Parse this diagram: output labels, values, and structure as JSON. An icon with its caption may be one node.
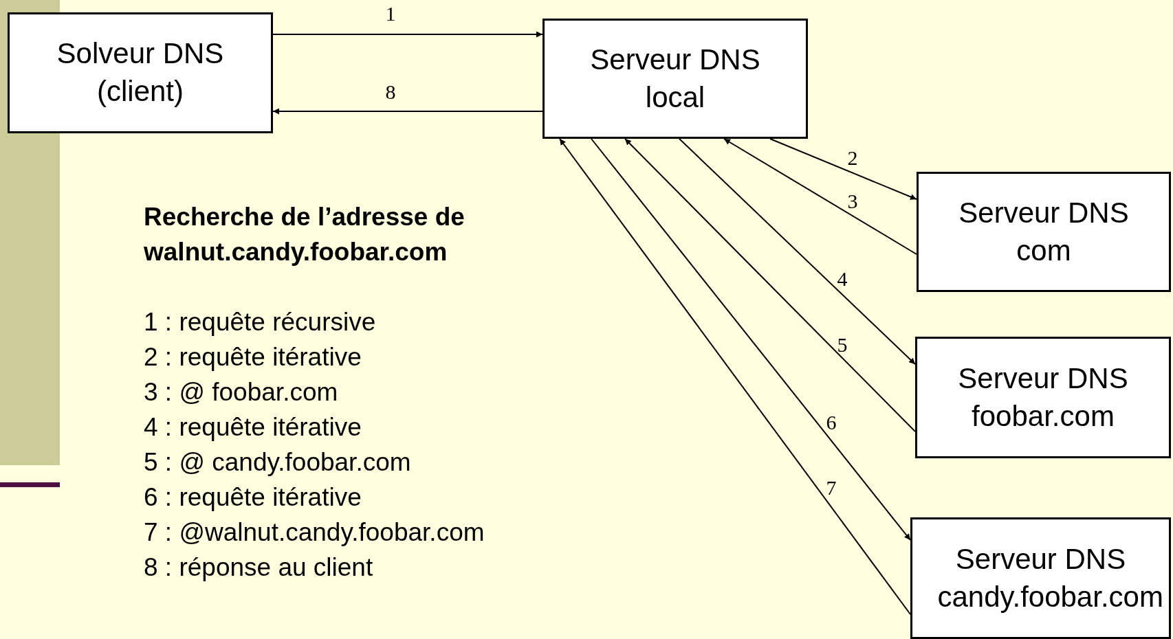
{
  "diagram": {
    "nodes": [
      {
        "text": [
          "Solveur DNS (client)"
        ]
      },
      {
        "text": [
          "Serveur DNS local"
        ]
      },
      {
        "text": [
          "Serveur DNS com"
        ]
      },
      {
        "text": [
          "Serveur DNS foobar.com"
        ]
      },
      {
        "text": [
          "Serveur DNS candy.foobar.com"
        ]
      }
    ],
    "edges": [
      {
        "from": 0,
        "to": 1,
        "arrow": "to",
        "label": "1"
      },
      {
        "from": 1,
        "to": 0,
        "arrow": "to",
        "label": "8"
      },
      {
        "from": 1,
        "to": 2,
        "arrow": "to",
        "label": "2"
      },
      {
        "from": 2,
        "to": 1,
        "arrow": "to",
        "label": "3"
      },
      {
        "from": 1,
        "to": 3,
        "arrow": "to",
        "label": "4"
      },
      {
        "from": 3,
        "to": 1,
        "arrow": "to",
        "label": "5"
      },
      {
        "from": 1,
        "to": 4,
        "arrow": "to",
        "label": "6"
      },
      {
        "from": 4,
        "to": 1,
        "arrow": "to",
        "label": "7"
      }
    ],
    "labels": [
      "Recherche de l’adresse de walnut.candy.foobar.com",
      "1 : requête récursive",
      "2 : requête itérative",
      "3 : @ foobar.com",
      "4 : requête itérative",
      "5 : @ candy.foobar.com",
      "6 : requête itérative",
      "7 : @walnut.candy.foobar.com",
      "8 : réponse au client"
    ]
  }
}
